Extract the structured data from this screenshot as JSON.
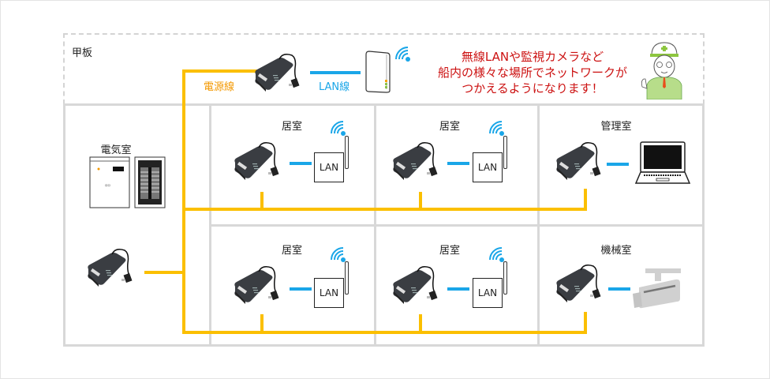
{
  "deck": {
    "label": "甲板"
  },
  "cables": {
    "power_label": "電源線",
    "lan_label": "LAN線"
  },
  "colors": {
    "power_line": "#fbbf00",
    "lan_line": "#1aa6e8",
    "message": "#cc1111",
    "grid": "#d8d8d8",
    "power_label": "#f39800",
    "lan_label": "#1aa6e8"
  },
  "message": {
    "lines": [
      "無線LANや監視カメラなど",
      "船内の様々な場所でネットワークが",
      "つかえるようになります！"
    ]
  },
  "rooms": {
    "electrical": "電気室",
    "cabin_1": "居室",
    "cabin_2": "居室",
    "control": "管理室",
    "cabin_3": "居室",
    "cabin_4": "居室",
    "machinery": "機械室"
  },
  "devices": {
    "lan_box_label": "LAN"
  }
}
